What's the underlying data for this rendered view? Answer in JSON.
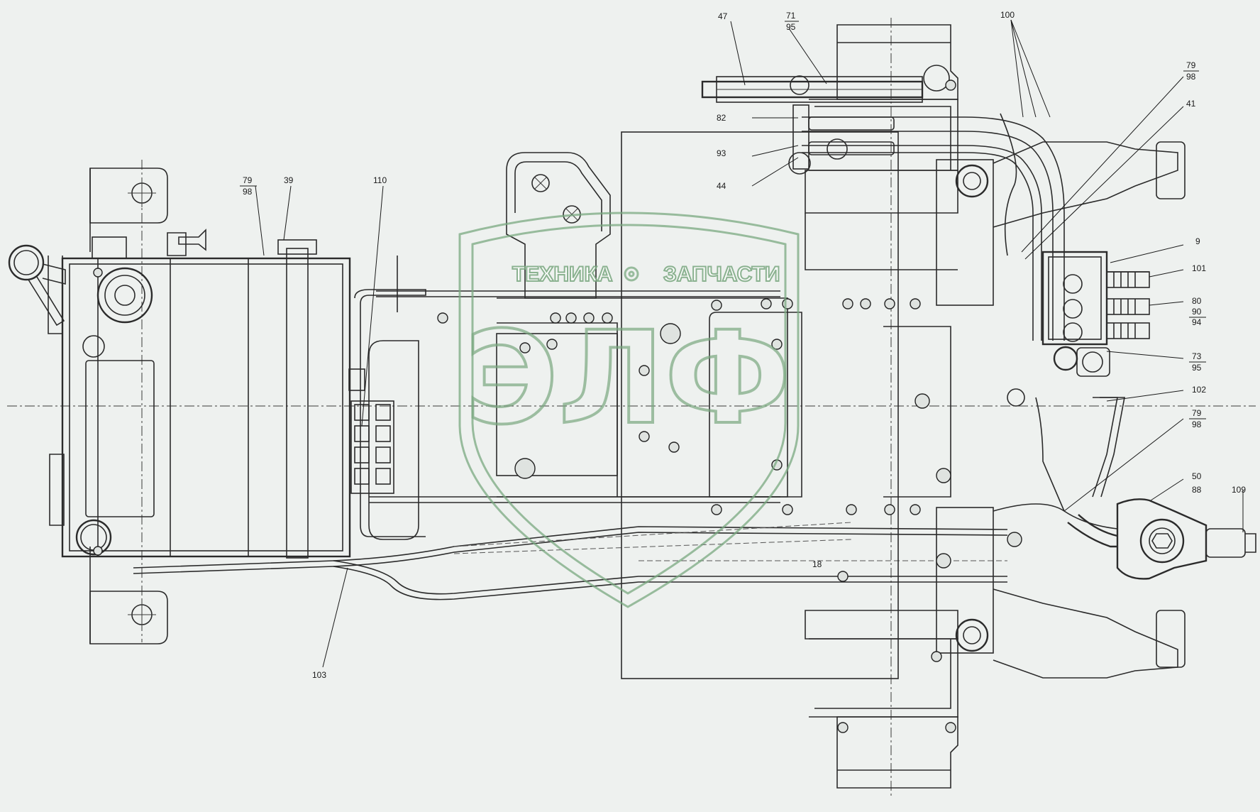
{
  "drawing": {
    "callouts": {
      "c47": "47",
      "c71": "71",
      "c95a": "95",
      "c100": "100",
      "c79a": "79",
      "c98a": "98",
      "c41": "41",
      "c82": "82",
      "c93": "93",
      "c44": "44",
      "c9": "9",
      "c101": "101",
      "c80": "80",
      "c90": "90",
      "c94": "94",
      "c73": "73",
      "c95b": "95",
      "c102": "102",
      "c79b": "79",
      "c98b": "98",
      "c50": "50",
      "c88": "88",
      "c109": "109",
      "c79c": "79",
      "c98c": "98",
      "c39": "39",
      "c110": "110",
      "c103": "103",
      "c18": "18"
    }
  },
  "watermark": {
    "brand_left": "ТЕХНИКА",
    "brand_right": "ЗАПЧАСТИ",
    "logo": "ЭЛФ",
    "logo_icon": "gear-icon",
    "color": "#7aa880"
  }
}
